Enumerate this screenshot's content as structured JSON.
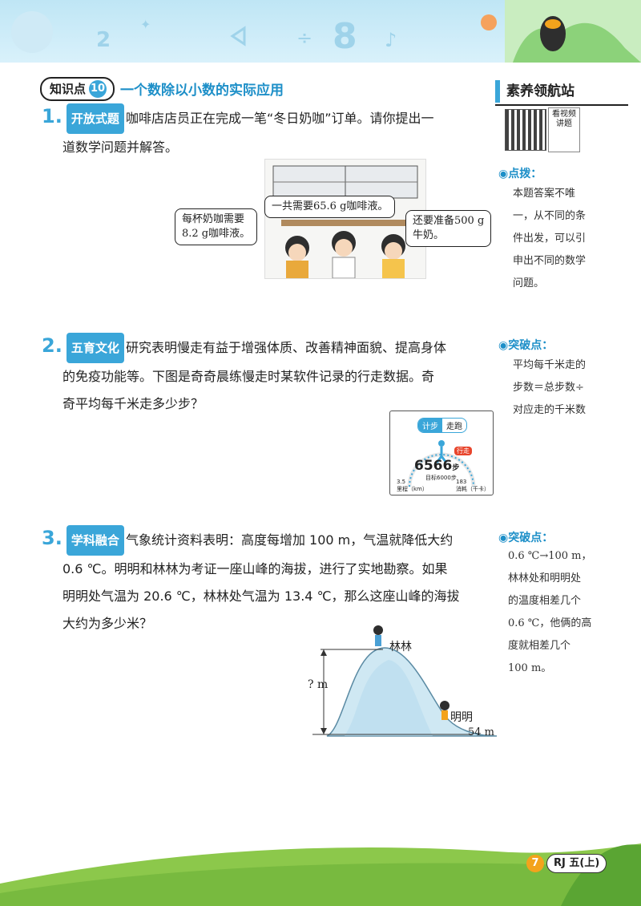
{
  "knowledge_point": {
    "label": "知识点",
    "number": "10",
    "title": "一个数除以小数的实际应用"
  },
  "sidebar": {
    "header": "素养领航站",
    "qr_label": "看视频讲题",
    "tip1_head": "点拨：",
    "tip1_body": [
      "本题答案不唯",
      "一，从不同的条",
      "件出发，可以引",
      "申出不同的数学",
      "问题。"
    ],
    "tip2_head": "突破点：",
    "tip2_body": [
      "平均每千米走的",
      "步数＝总步数÷",
      "对应走的千米数"
    ],
    "tip3_head": "突破点：",
    "tip3_body": [
      "0.6 ℃→100 m，",
      "林林处和明明处",
      "的温度相差几个",
      "0.6 ℃，他俩的高",
      "度就相差几个",
      "100 m。"
    ]
  },
  "q1": {
    "num": "1.",
    "tag": "开放式题",
    "lines": [
      "咖啡店店员正在完成一笔“冬日奶咖”订单。请你提出一",
      "道数学问题并解答。"
    ],
    "bubble_left": [
      "每杯奶咖需要",
      "8.2 g咖啡液。"
    ],
    "bubble_mid": "一共需要65.6 g咖啡液。",
    "bubble_right": [
      "还要准备500 g",
      "牛奶。"
    ]
  },
  "q2": {
    "num": "2.",
    "tag": "五育文化",
    "lines": [
      "研究表明慢走有益于增强体质、改善精神面貌、提高身体",
      "的免疫功能等。下图是奇奇晨练慢走时某软件记录的行走数据。奇",
      "奇平均每千米走多少步？"
    ],
    "card": {
      "tab_active": "计步",
      "tab_other": "走跑",
      "badge": "行走",
      "steps": "6566",
      "steps_unit": "步",
      "goal": "目标6000步",
      "left_value": "3.5",
      "left_label": "里程（km）",
      "right_value": "183",
      "right_label": "消耗（千卡）"
    }
  },
  "q3": {
    "num": "3.",
    "tag": "学科融合",
    "lines": [
      "气象统计资料表明：高度每增加 100 m，气温就降低大约",
      "0.6 ℃。明明和林林为考证一座山峰的海拔，进行了实地勘察。如果",
      "明明处气温为 20.6 ℃，林林处气温为 13.4 ℃，那么这座山峰的海拔",
      "大约为多少米？"
    ],
    "label_top": "林林",
    "label_bottom": "明明",
    "label_height": "? m",
    "label_base": "54 m"
  },
  "footer": {
    "page": "7",
    "grade": "RJ 五(上)"
  },
  "colors": {
    "accent": "#3aa6d9",
    "orange": "#f3a31c",
    "red": "#e8452c"
  }
}
